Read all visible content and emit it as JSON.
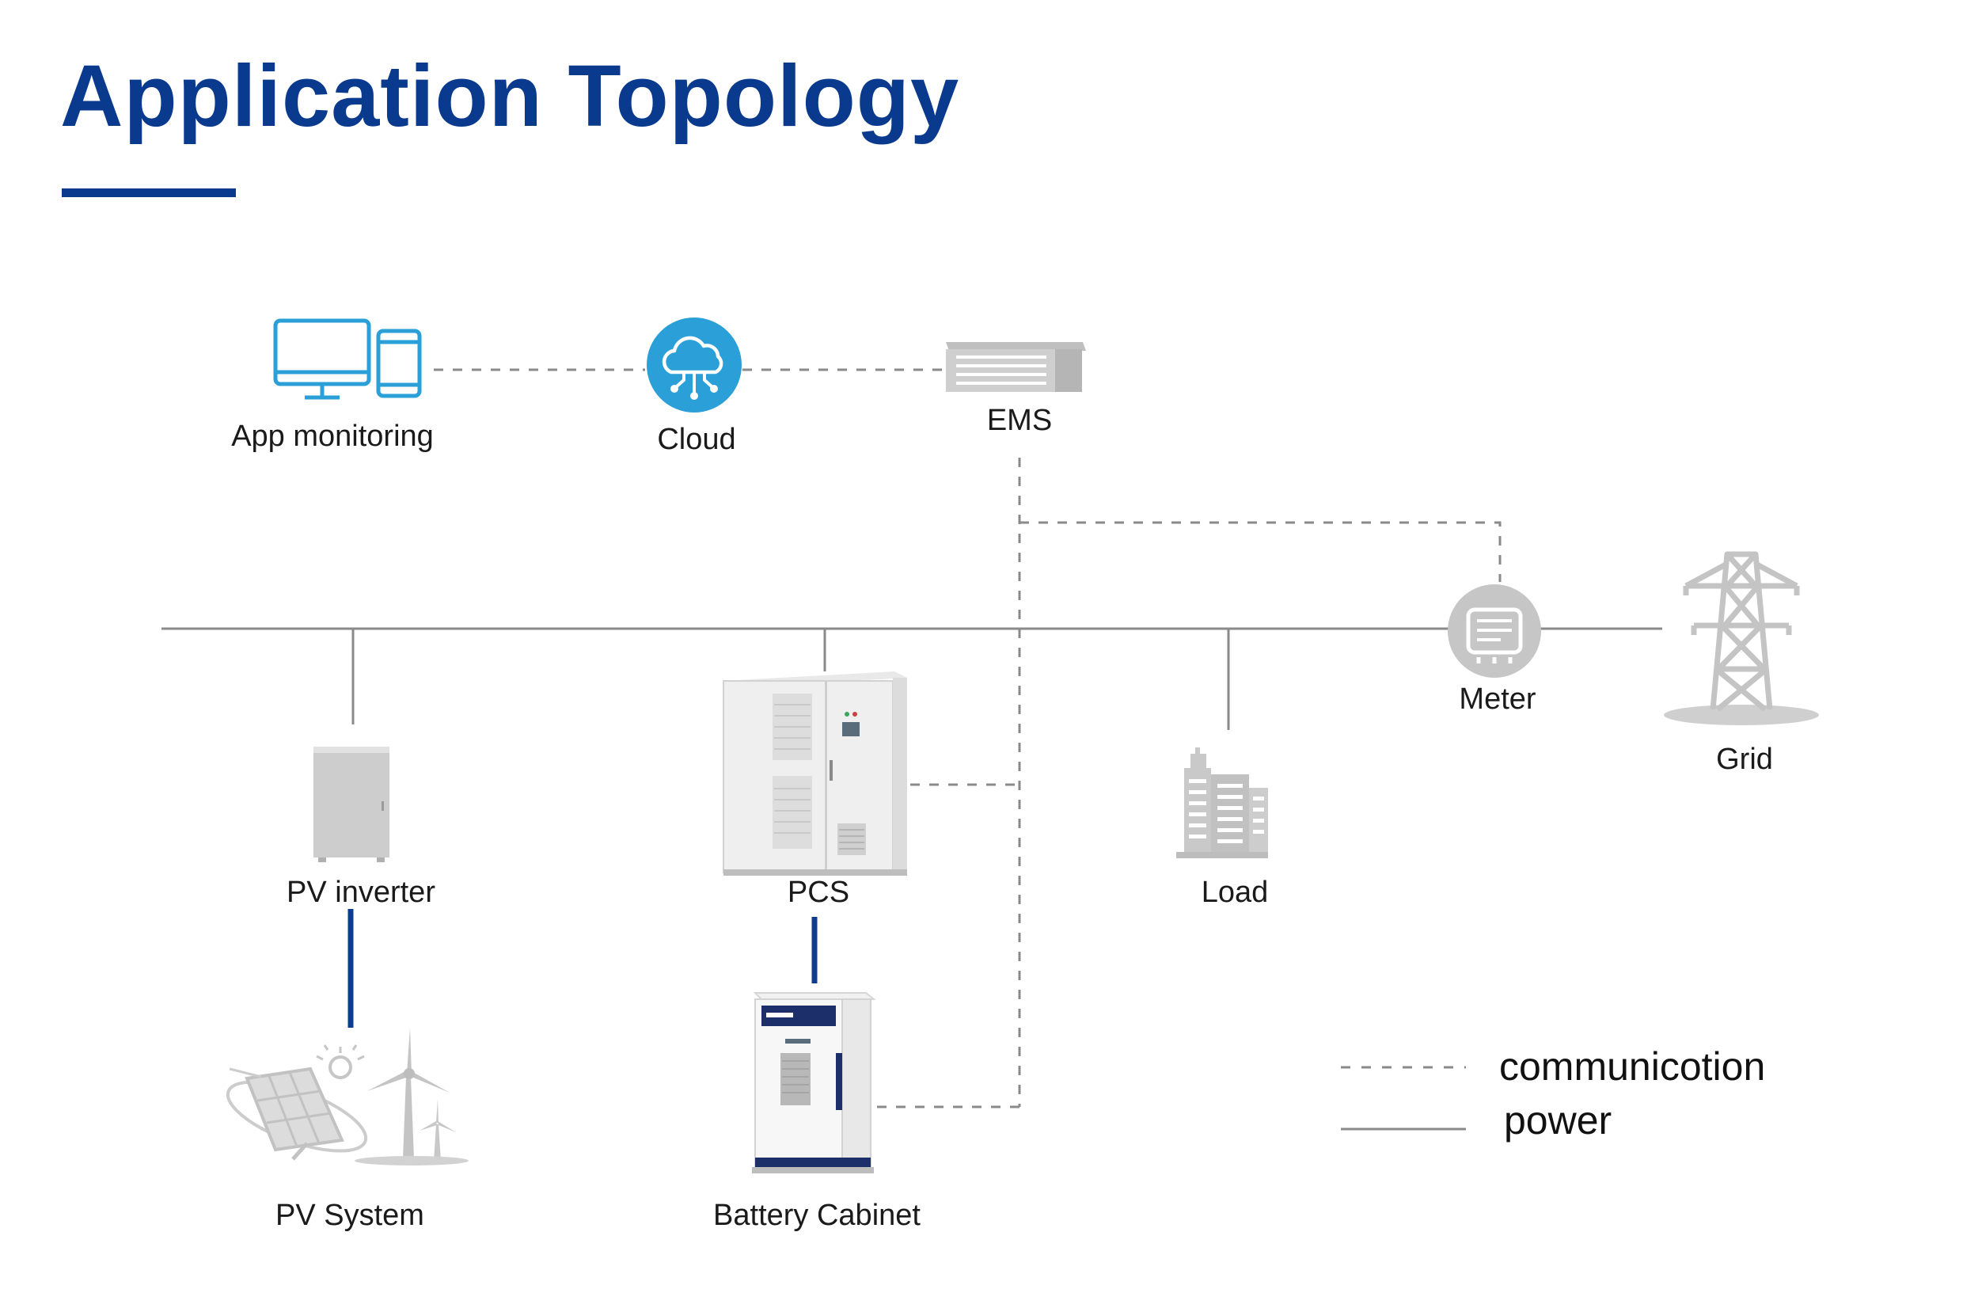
{
  "title": "Application Topology",
  "colors": {
    "title": "#0a3a8e",
    "accent_blue": "#2a9fd8",
    "icon_gray": "#c8c8c8",
    "line_gray": "#8a8a8a",
    "dc_link": "#0d3d91"
  },
  "nodes": {
    "app_monitoring": {
      "label": "App monitoring",
      "icon": "monitor-and-phone-icon"
    },
    "cloud": {
      "label": "Cloud",
      "icon": "cloud-icon"
    },
    "ems": {
      "label": "EMS",
      "icon": "ems-rack-icon"
    },
    "meter": {
      "label": "Meter",
      "icon": "meter-icon"
    },
    "grid": {
      "label": "Grid",
      "icon": "transmission-tower-icon"
    },
    "pv_inverter": {
      "label": "PV inverter",
      "icon": "inverter-cabinet-icon"
    },
    "pcs": {
      "label": "PCS",
      "icon": "pcs-cabinet-icon"
    },
    "load": {
      "label": "Load",
      "icon": "building-icon"
    },
    "pv_system": {
      "label": "PV System",
      "icon": "solar-wind-icon"
    },
    "battery_cabinet": {
      "label": "Battery Cabinet",
      "icon": "battery-cabinet-icon"
    }
  },
  "legend": {
    "communication": "communicotion",
    "power": "power"
  }
}
